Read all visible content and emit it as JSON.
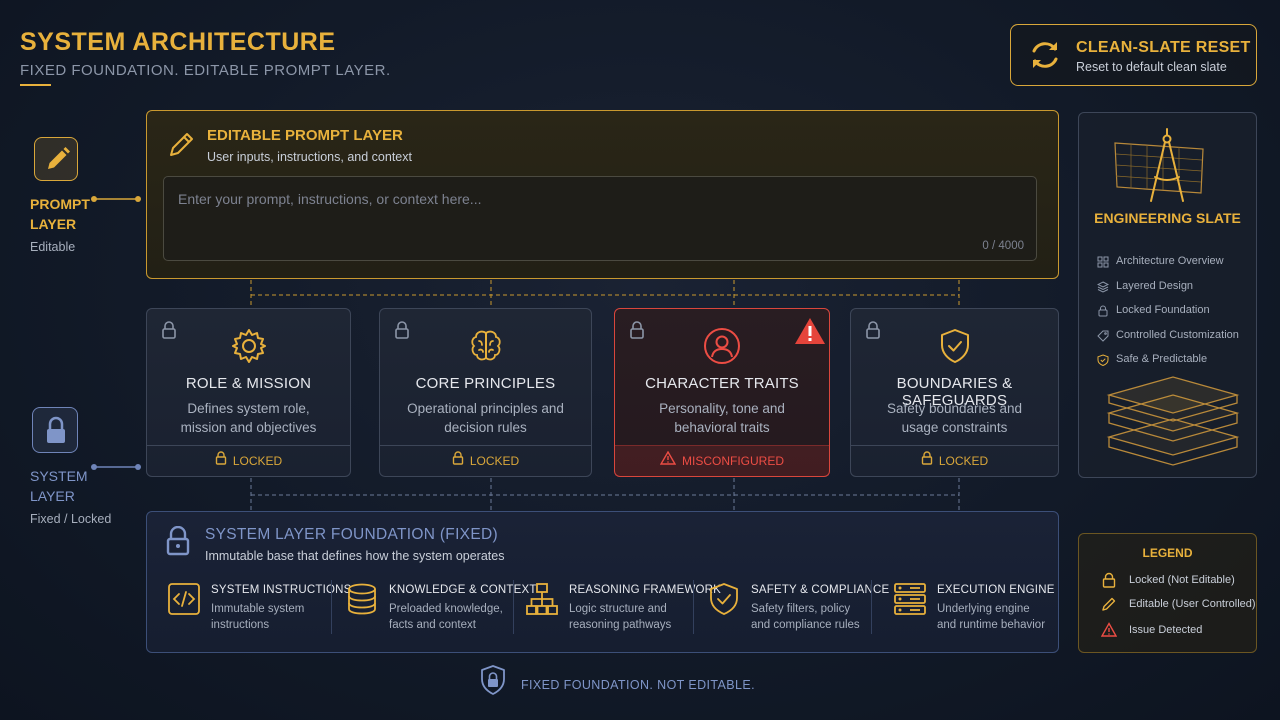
{
  "header": {
    "title": "SYSTEM ARCHITECTURE",
    "subtitle": "FIXED FOUNDATION. EDITABLE PROMPT LAYER."
  },
  "reset": {
    "label": "CLEAN-SLATE RESET",
    "sublabel": "Reset to default clean slate"
  },
  "side": {
    "prompt_title": "PROMPT LAYER",
    "prompt_sub": "Editable",
    "system_title": "SYSTEM LAYER",
    "system_sub": "Fixed / Locked"
  },
  "prompt_layer": {
    "title": "EDITABLE PROMPT LAYER",
    "subtitle": "User inputs, instructions, and context",
    "placeholder": "Enter your prompt, instructions, or context here...",
    "counter": "0 / 4000"
  },
  "cards": [
    {
      "title": "ROLE & MISSION",
      "desc": "Defines system role, mission and objectives",
      "status": "LOCKED",
      "icon": "gear-icon"
    },
    {
      "title": "CORE PRINCIPLES",
      "desc": "Operational principles and decision rules",
      "status": "LOCKED",
      "icon": "brain-icon"
    },
    {
      "title": "CHARACTER TRAITS",
      "desc": "Personality, tone and behavioral traits",
      "status": "MISCONFIGURED",
      "icon": "user-icon"
    },
    {
      "title": "BOUNDARIES & SAFEGUARDS",
      "desc": "Safety boundaries and usage constraints",
      "status": "LOCKED",
      "icon": "shield-check-icon"
    }
  ],
  "foundation": {
    "title": "SYSTEM LAYER FOUNDATION (FIXED)",
    "subtitle": "Immutable base that defines how the system operates",
    "items": [
      {
        "title": "SYSTEM INSTRUCTIONS",
        "line1": "Immutable system",
        "line2": "instructions"
      },
      {
        "title": "KNOWLEDGE & CONTEXT",
        "line1": "Preloaded knowledge,",
        "line2": "facts and context"
      },
      {
        "title": "REASONING FRAMEWORK",
        "line1": "Logic structure and",
        "line2": "reasoning pathways"
      },
      {
        "title": "SAFETY & COMPLIANCE",
        "line1": "Safety filters, policy",
        "line2": "and compliance rules"
      },
      {
        "title": "EXECUTION ENGINE",
        "line1": "Underlying engine",
        "line2": "and runtime behavior"
      }
    ]
  },
  "footer_note": "FIXED FOUNDATION. NOT EDITABLE.",
  "engineering": {
    "title": "ENGINEERING SLATE",
    "items": [
      "Architecture Overview",
      "Layered Design",
      "Locked Foundation",
      "Controlled Customization",
      "Safe & Predictable"
    ]
  },
  "legend": {
    "title": "LEGEND",
    "locked": "Locked (Not Editable)",
    "editable": "Editable (User Controlled)",
    "issue": "Issue Detected"
  },
  "colors": {
    "accent": "#e8b13c",
    "system": "#7f95c8",
    "error": "#ec4d44"
  }
}
